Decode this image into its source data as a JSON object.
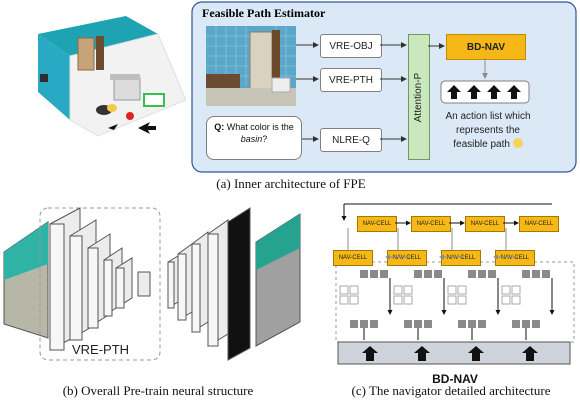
{
  "fpe": {
    "title": "Feasible Path Estimator",
    "modules": {
      "vre_obj": "VRE-OBJ",
      "vre_pth": "VRE-PTH",
      "nlre_q": "NLRE-Q",
      "attention": "Attention-P",
      "bd_nav": "BD-NAV"
    },
    "question": {
      "prefix": "Q:",
      "text_1": " What color is the",
      "text_2_italic": "basin",
      "text_2_rest": "?"
    },
    "action_note": [
      "An action list which",
      "represents the",
      "feasible path"
    ],
    "caption": "(a) Inner architecture of FPE"
  },
  "pretrain": {
    "label": "VRE-PTH",
    "caption": "(b) Overall Pre-train neural structure"
  },
  "navigator": {
    "cell_label": "NAV-CELL",
    "bottom_label": "BD-NAV",
    "caption": "(c) The navigator detailed architecture"
  },
  "colors": {
    "panel_fill": "#dbe8f6",
    "panel_stroke": "#2f5597",
    "bdnav_orange": "#f6b816",
    "attention_green": "#c9e8be",
    "arrow_gray": "#8c8c8c",
    "nav_bottom_bar": "#cfd3dc"
  }
}
